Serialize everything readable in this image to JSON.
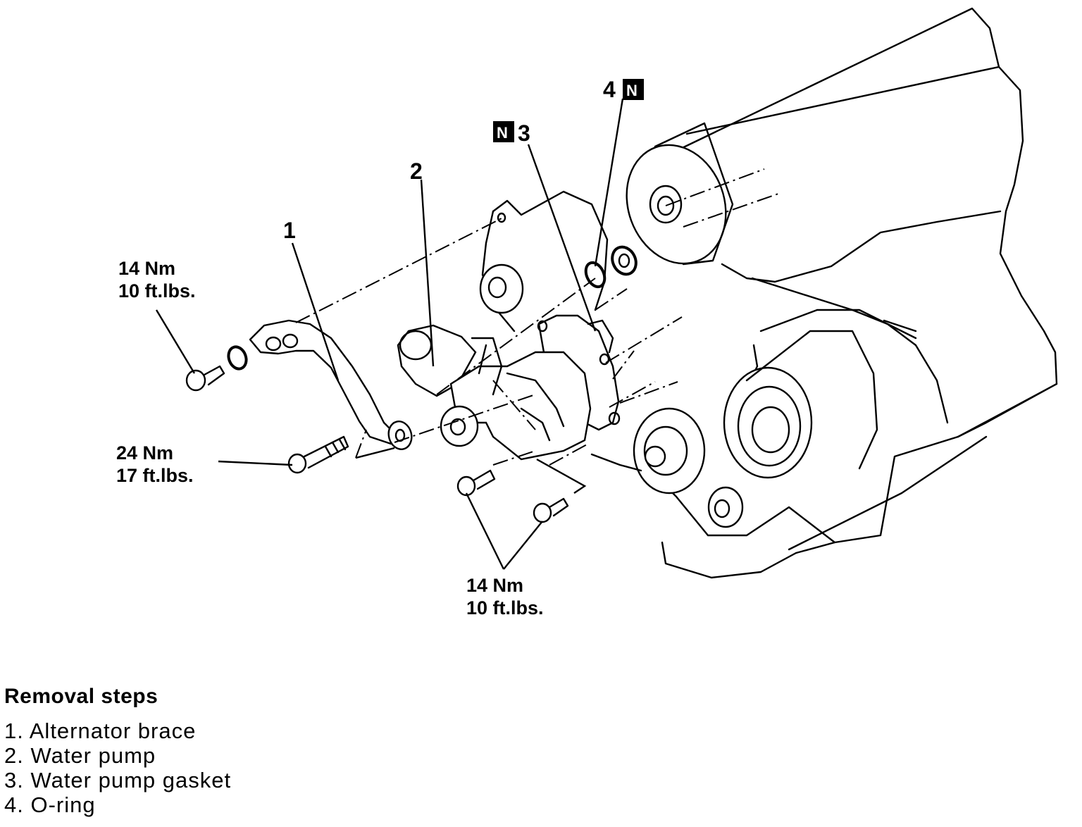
{
  "callouts": {
    "part1": "1",
    "part2": "2",
    "part3": "3",
    "part4": "4",
    "new_part_mark": "N"
  },
  "torques": {
    "top_left": {
      "nm": "14 Nm",
      "ftlbs": "10 ft.lbs."
    },
    "mid_left": {
      "nm": "24 Nm",
      "ftlbs": "17 ft.lbs."
    },
    "bottom": {
      "nm": "14 Nm",
      "ftlbs": "10 ft.lbs."
    }
  },
  "removal_steps": {
    "title": "Removal steps",
    "items": [
      "1.  Alternator  brace",
      "2.  Water  pump",
      "3.  Water  pump  gasket",
      "4.  O-ring"
    ]
  }
}
